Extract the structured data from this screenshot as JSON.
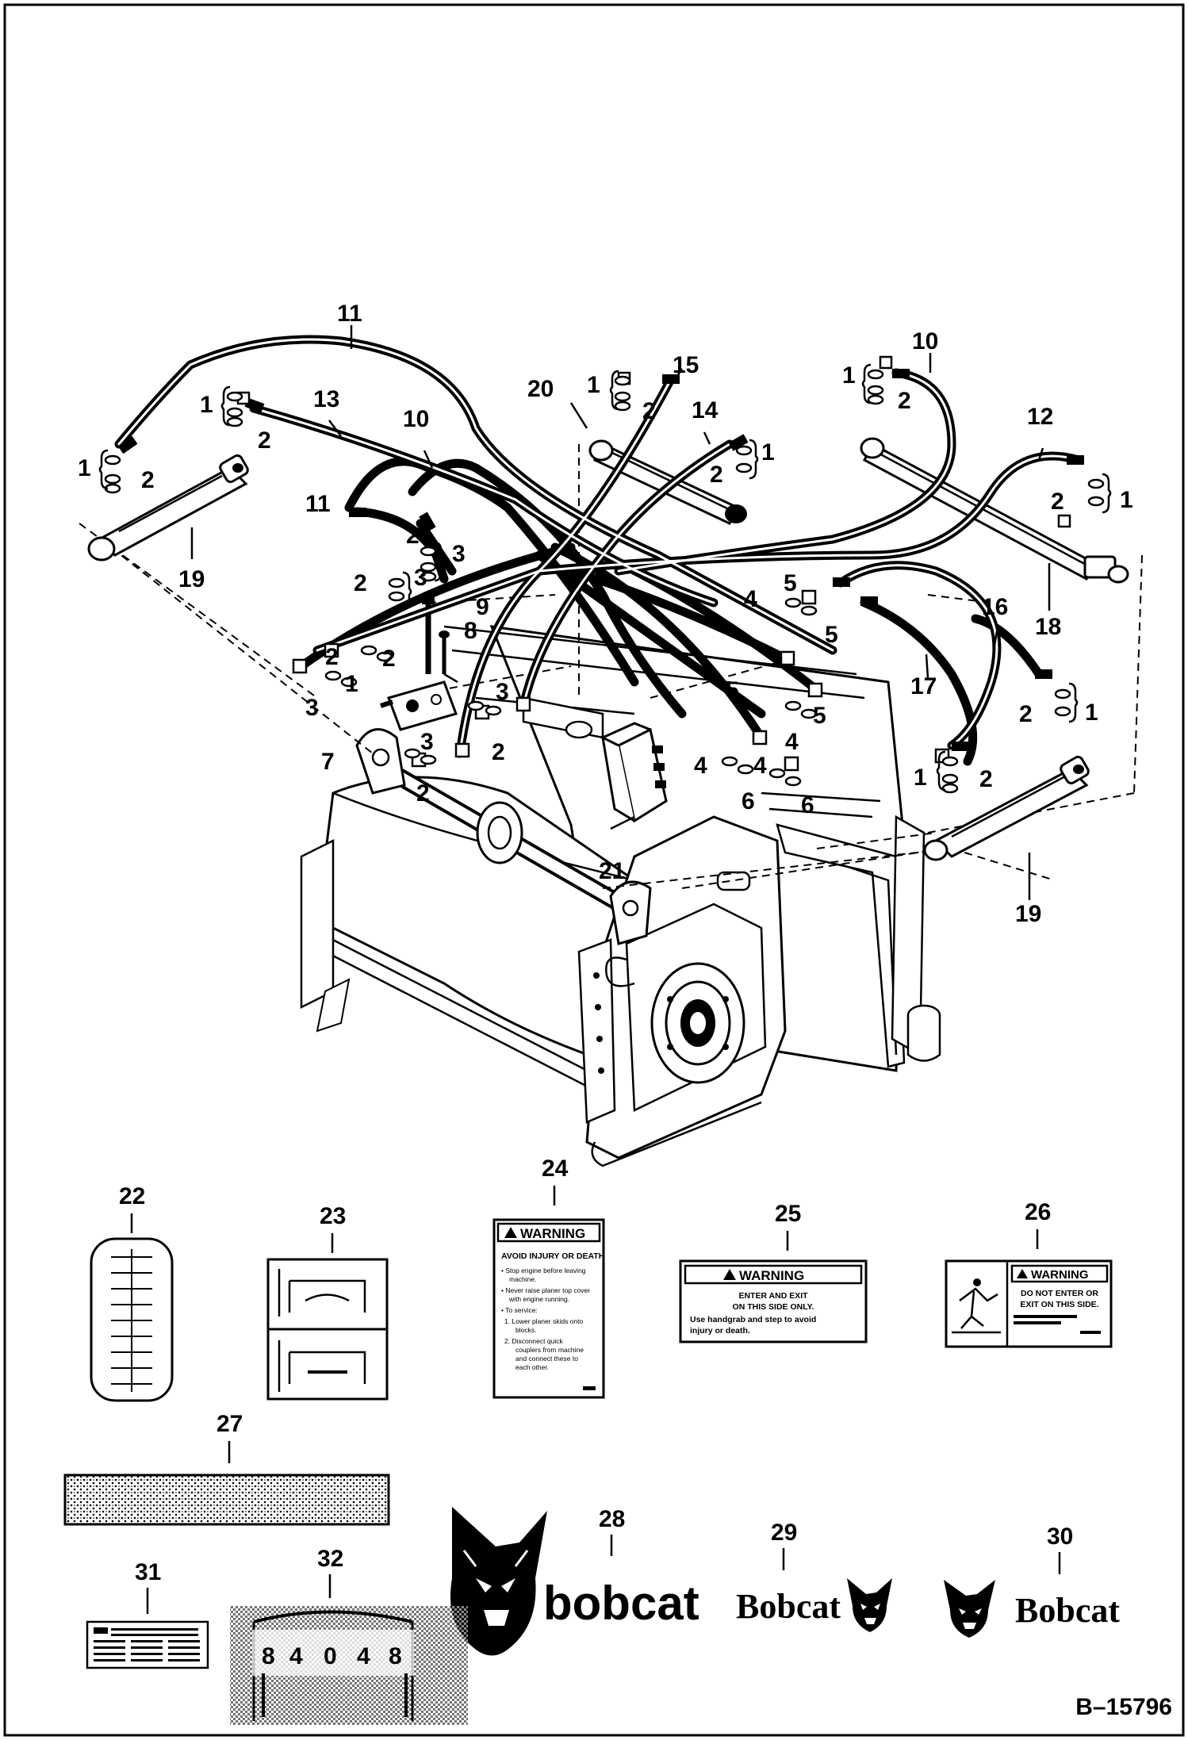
{
  "diagram": {
    "ref_code": "B–15796",
    "callouts": {
      "c1a": "1",
      "c1b": "1",
      "c1c": "1",
      "c1d": "1",
      "c1e": "1",
      "c1f": "1",
      "c1g": "1",
      "c1h": "1",
      "c1i": "1",
      "c2a": "2",
      "c2b": "2",
      "c2c": "2",
      "c2d": "2",
      "c2e": "2",
      "c2f": "2",
      "c2g": "2",
      "c2h": "2",
      "c2i": "2",
      "c2j": "2",
      "c2k": "2",
      "c2l": "2",
      "c2m": "2",
      "c2n": "2",
      "c3a": "3",
      "c3b": "3",
      "c3c": "3",
      "c3d": "3",
      "c3e": "3",
      "c4a": "4",
      "c4b": "4",
      "c4c": "4",
      "c4d": "4",
      "c5a": "5",
      "c5b": "5",
      "c5c": "5",
      "c5d": "5",
      "c6a": "6",
      "c6b": "6",
      "c7": "7",
      "c8": "8",
      "c9": "9",
      "c10a": "10",
      "c10b": "10",
      "c11a": "11",
      "c11b": "11",
      "c12": "12",
      "c13": "13",
      "c14": "14",
      "c15": "15",
      "c16": "16",
      "c17": "17",
      "c18": "18",
      "c19a": "19",
      "c19b": "19",
      "c20": "20",
      "c21": "21",
      "c22": "22",
      "c23": "23",
      "c24": "24",
      "c25": "25",
      "c26": "26",
      "c27": "27",
      "c28": "28",
      "c29": "29",
      "c30": "30",
      "c31": "31",
      "c32": "32"
    },
    "decals": {
      "d24": {
        "title": "WARNING",
        "lines": [
          "AVOID INJURY OR DEATH",
          "• Stop engine before leaving",
          "machine.",
          "• Never raise planer top cover",
          "with engine running.",
          "• To service:",
          "1.  Lower planer skids onto",
          "blocks.",
          "2.  Disconnect     quick",
          "couplers from machine",
          "and connect these to",
          "each other."
        ]
      },
      "d25": {
        "title": "WARNING",
        "lines": [
          "ENTER AND EXIT",
          "ON THIS SIDE ONLY.",
          "Use handgrab and step to avoid",
          "injury or death."
        ]
      },
      "d26": {
        "title": "WARNING",
        "lines": [
          "DO NOT ENTER OR",
          "EXIT ON THIS SIDE."
        ]
      },
      "d32_digits": [
        "8",
        "4",
        "0",
        "4",
        "8"
      ]
    },
    "brand": {
      "lower": "bobcat",
      "cap_a": "Bobcat",
      "cap_b": "Bobcat"
    }
  }
}
